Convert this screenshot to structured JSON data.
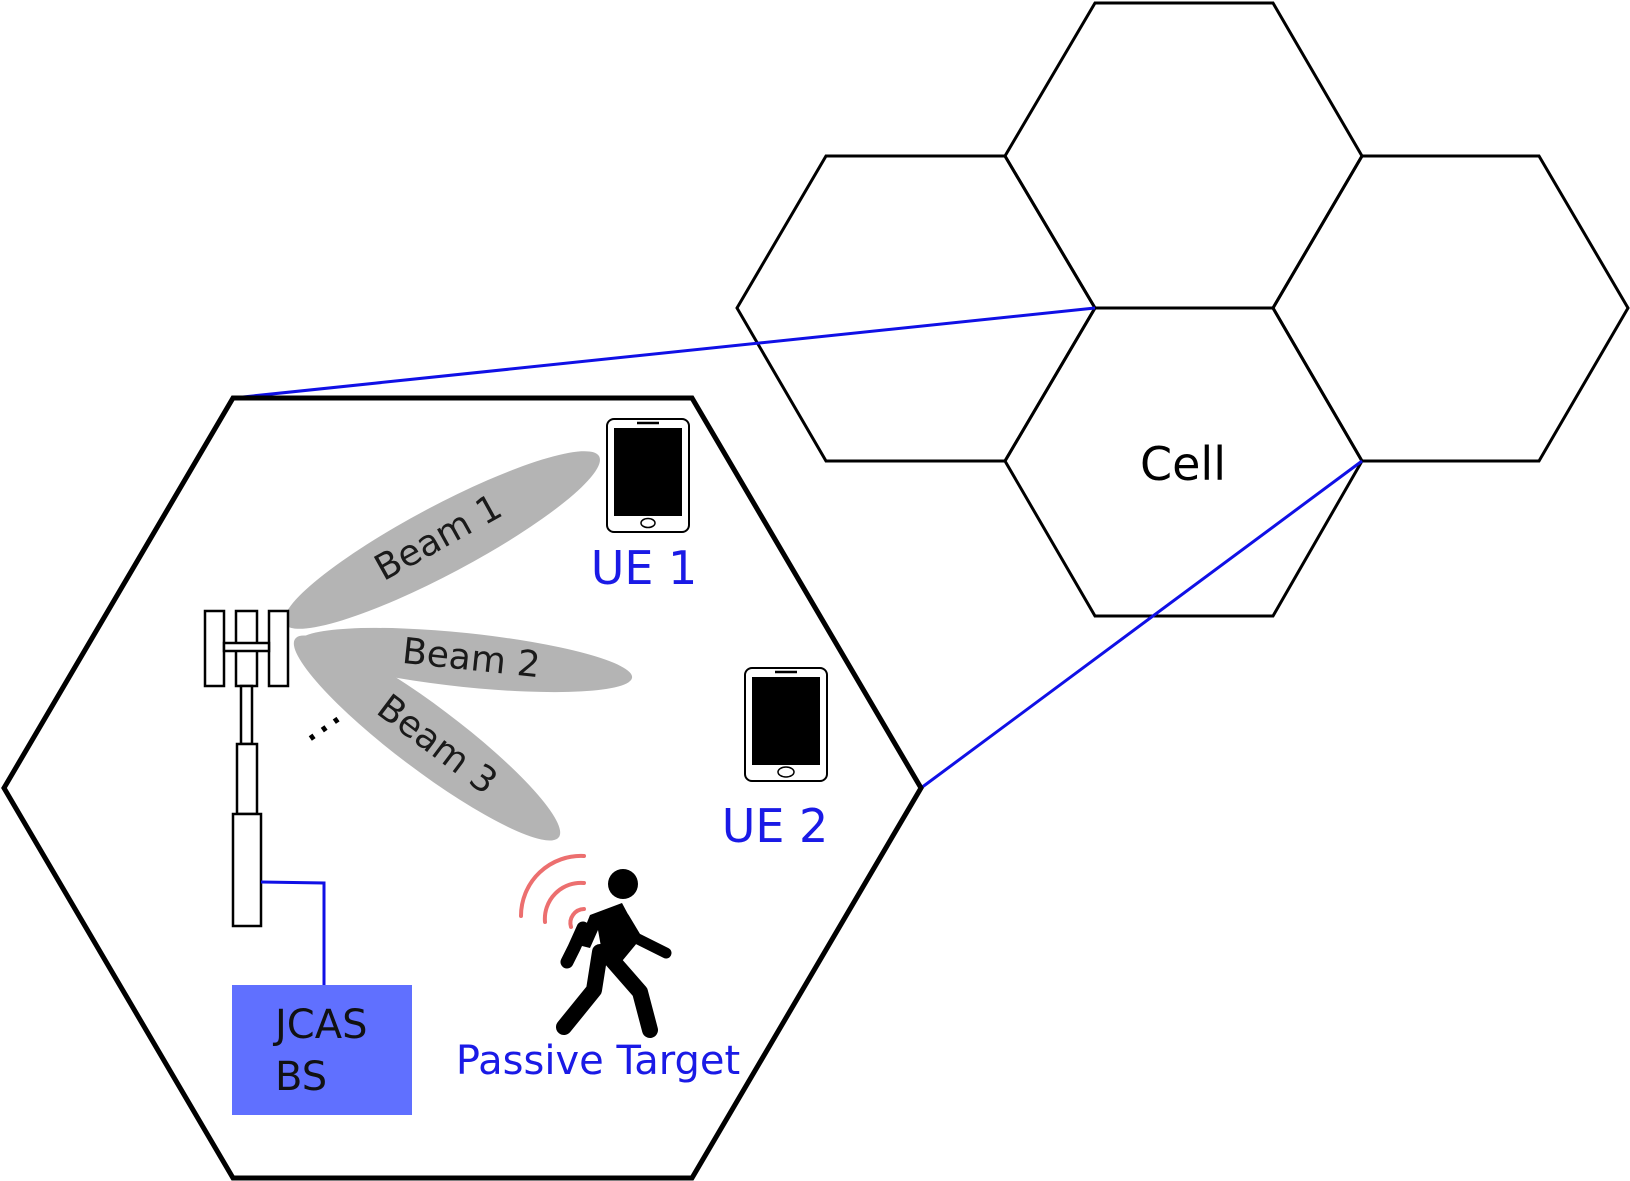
{
  "cell_label": "Cell",
  "beams": [
    {
      "label": "Beam 1"
    },
    {
      "label": "Beam 2"
    },
    {
      "label": "Beam 3"
    }
  ],
  "ellipsis": "⋯",
  "ue1_label": "UE 1",
  "ue2_label": "UE 2",
  "target_label": "Passive Target",
  "bs_label_line1": "JCAS",
  "bs_label_line2": "BS",
  "colors": {
    "link_blue": "#1010e6",
    "label_blue": "#1a1ae6",
    "bs_box": "#6070ff",
    "beam_gray": "#b4b4b4",
    "wave_red": "#ec6f6f"
  }
}
